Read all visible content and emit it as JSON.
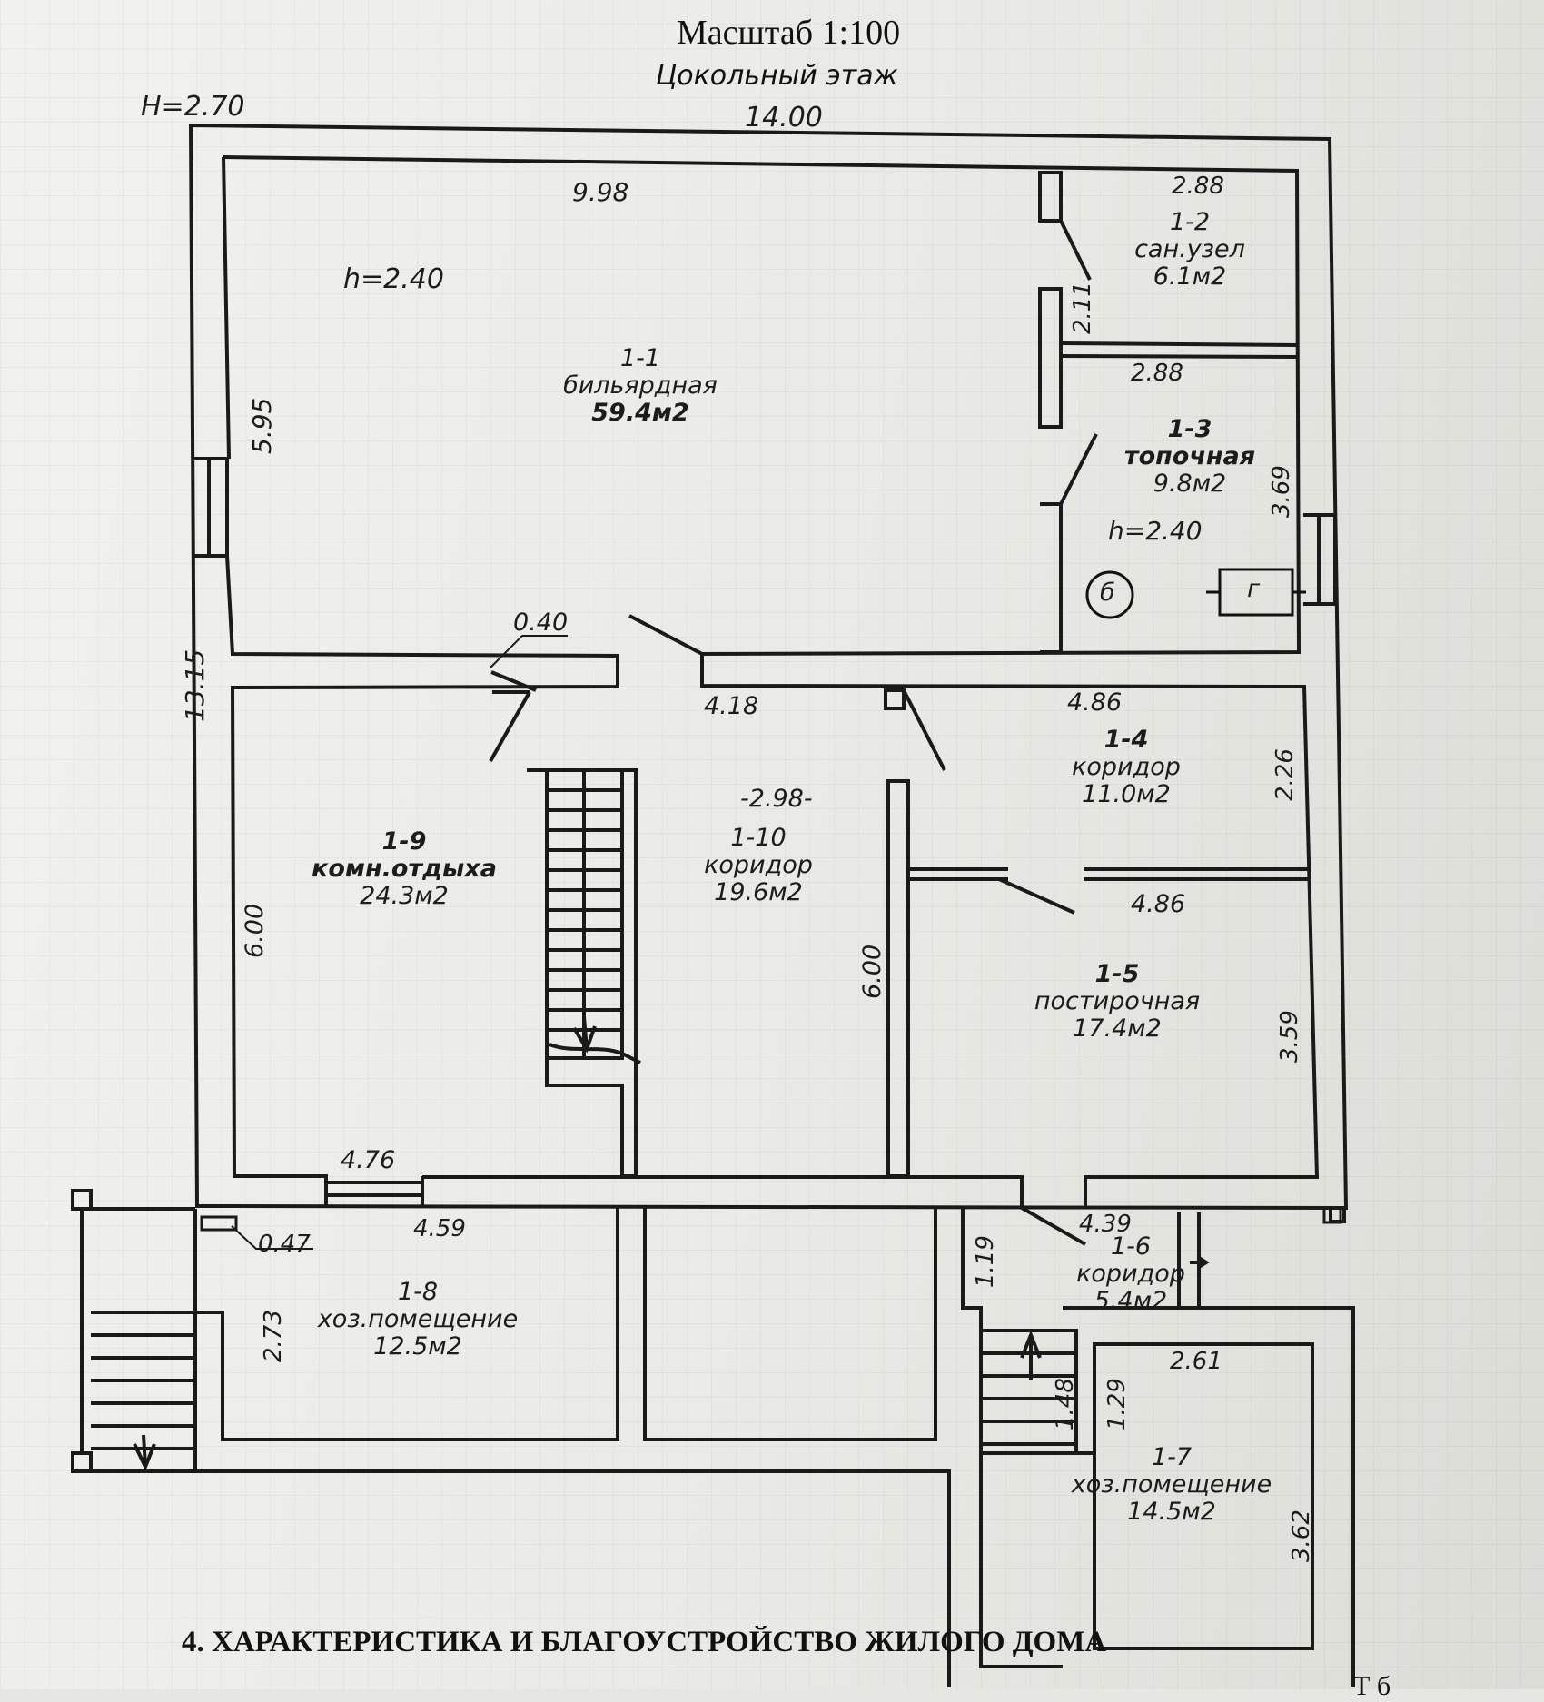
{
  "header": {
    "scale": "Масштаб 1:100",
    "floor": "Цокольный этаж"
  },
  "heights": {
    "overall": "H=2.70",
    "room_1_1": "h=2.40",
    "room_1_3": "h=2.40"
  },
  "rooms": [
    {
      "id": "1-1",
      "name": "бильярдная",
      "area": "59.4м2"
    },
    {
      "id": "1-2",
      "name": "сан.узел",
      "area": "6.1м2"
    },
    {
      "id": "1-3",
      "name": "топочная",
      "area": "9.8м2"
    },
    {
      "id": "1-4",
      "name": "коридор",
      "area": "11.0м2"
    },
    {
      "id": "1-5",
      "name": "постирочная",
      "area": "17.4м2"
    },
    {
      "id": "1-6",
      "name": "коридор",
      "area": "5.4м2"
    },
    {
      "id": "1-7",
      "name": "хоз.помещение",
      "area": "14.5м2"
    },
    {
      "id": "1-8",
      "name": "хоз.помещение",
      "area": "12.5м2"
    },
    {
      "id": "1-9",
      "name": "комн.отдыха",
      "area": "24.3м2"
    },
    {
      "id": "1-10",
      "name": "коридор",
      "area": "19.6м2"
    }
  ],
  "dimensions": {
    "overall_width": "14.00",
    "overall_length": "13.15",
    "d_9_98": "9.98",
    "d_5_95": "5.95",
    "d_2_88_top": "2.88",
    "d_2_11": "2.11",
    "d_2_88_mid": "2.88",
    "d_3_69": "3.69",
    "d_0_40": "0.40",
    "d_4_18": "4.18",
    "d_4_86_top": "4.86",
    "d_2_26": "2.26",
    "d_2_98": "-2.98-",
    "d_6_00_left": "6.00",
    "d_6_00_mid": "6.00",
    "d_4_86_mid": "4.86",
    "d_3_59": "3.59",
    "d_4_76": "4.76",
    "d_4_59": "4.59",
    "d_0_47": "0.47",
    "d_2_73": "2.73",
    "d_4_39": "4.39",
    "d_1_19": "1.19",
    "d_2_61": "2.61",
    "d_1_48": "1.48",
    "d_1_29": "1.29",
    "d_3_62": "3.62"
  },
  "symbols": {
    "boiler": "б",
    "gas": "г"
  },
  "footer": {
    "section_title": "4. ХАРАКТЕРИСТИКА И БЛАГОУСТРОЙСТВО ЖИЛОГО ДОМА",
    "corner_text": "Т б"
  }
}
